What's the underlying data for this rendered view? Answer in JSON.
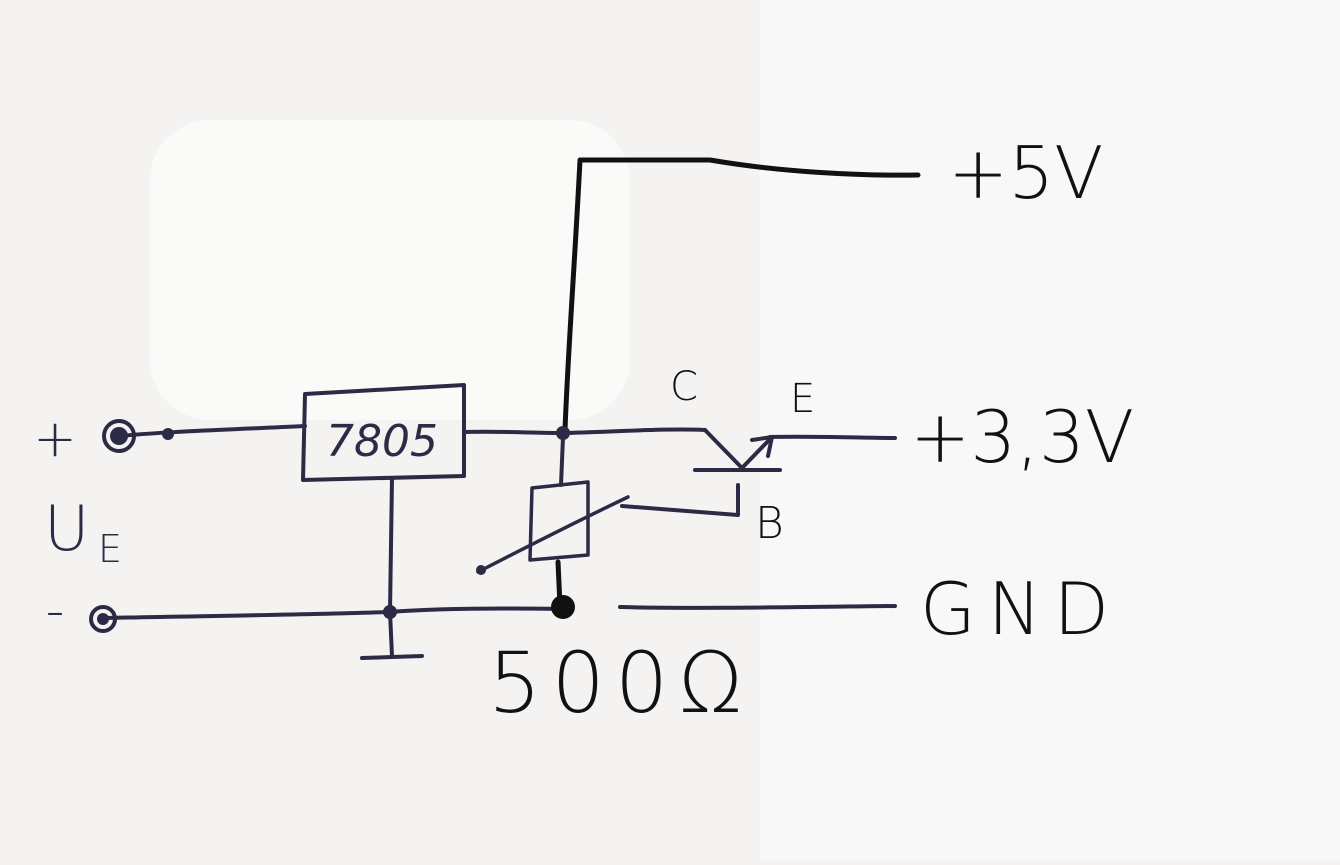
{
  "schematic": {
    "regulator_label": "7805",
    "input_plus": "+",
    "input_minus": "-",
    "input_voltage_label": "U",
    "input_voltage_subscript": "E",
    "output_5v": "+5V",
    "output_3v3": "+3,3V",
    "output_gnd": "GND",
    "transistor_collector": "C",
    "transistor_emitter": "E",
    "transistor_base": "B",
    "potentiometer_value": "500Ω"
  },
  "colors": {
    "background": "#f4f3f2",
    "wire_ink": "#2b2b45",
    "heavy_ink": "#111111"
  },
  "icons": {
    "terminal": "input-terminal-icon",
    "junction": "junction-dot-icon",
    "ground": "ground-symbol-icon",
    "transistor": "npn-transistor-icon",
    "potentiometer": "potentiometer-icon"
  }
}
